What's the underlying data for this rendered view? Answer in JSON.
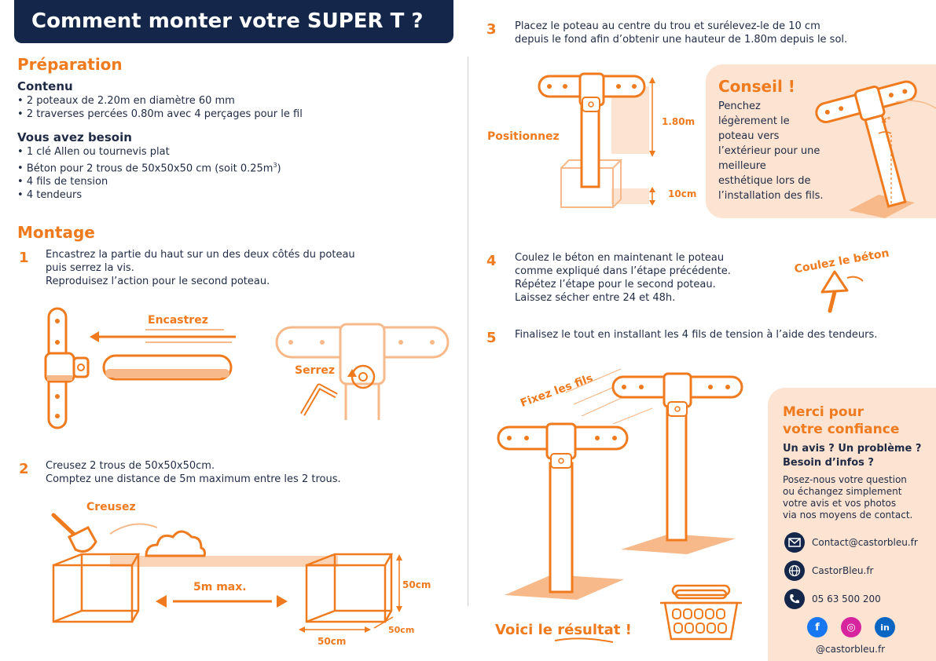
{
  "title": "Comment monter votre SUPER T ?",
  "preparation": {
    "heading": "Préparation",
    "contenu_heading": "Contenu",
    "contenu_items": [
      "2 poteaux de 2.20m en diamètre 60 mm",
      "2 traverses percées 0.80m avec 4 perçages pour le fil"
    ],
    "besoin_heading": "Vous avez besoin",
    "besoin_items": [
      "1 clé Allen ou tournevis plat",
      "Béton pour 2 trous de 50x50x50 cm (soit 0.25m",
      "4 fils de tension",
      "4 tendeurs"
    ],
    "besoin_sup": "3",
    "besoin_close": ")"
  },
  "montage": {
    "heading": "Montage",
    "step1": {
      "num": "1",
      "lines": [
        "Encastrez la partie du haut sur un des deux côtés du poteau",
        "puis serrez la vis.",
        "Reproduisez l’action pour le second poteau."
      ],
      "label_a": "Encastrez",
      "label_b": "Serrez"
    },
    "step2": {
      "num": "2",
      "lines": [
        "Creusez 2 trous de 50x50x50cm.",
        "Comptez une distance de 5m maximum entre les 2 trous."
      ],
      "label_a": "Creusez",
      "distance": "5m max.",
      "dim_h": "50cm",
      "dim_d": "50cm",
      "dim_w": "50cm"
    },
    "step3": {
      "num": "3",
      "lines": [
        "Placez le poteau au centre du trou et surélevez-le de 10 cm",
        "depuis le fond afin d’obtenir une hauteur de 1.80m depuis le sol."
      ],
      "label_a": "Positionnez",
      "height": "1.80m",
      "depth": "10cm"
    },
    "step4": {
      "num": "4",
      "lines": [
        "Coulez le béton en maintenant le poteau",
        "comme expliqué dans l’étape précédente.",
        "Répétez l’étape pour le second poteau.",
        "Laissez sécher entre 24 et 48h."
      ],
      "label_a": "Coulez le béton"
    },
    "step5": {
      "num": "5",
      "lines": [
        "Finalisez le tout en installant les 4 fils de tension à l’aide des tendeurs."
      ],
      "label_a": "Fixez les fils",
      "result": "Voici le résultat !"
    }
  },
  "conseil": {
    "heading": "Conseil !",
    "lines": [
      "Penchez",
      "légèrement le",
      "poteau vers",
      "l’extérieur pour une",
      "meilleure",
      "esthétique lors de",
      "l’installation des fils."
    ],
    "angle": "x°"
  },
  "merci": {
    "heading_lines": [
      "Merci pour",
      "votre confiance"
    ],
    "sub_lines": [
      "Un avis ? Un problème ?",
      "Besoin d’infos ?"
    ],
    "body_lines": [
      "Posez-nous votre question",
      "ou échangez simplement",
      "votre avis et vos photos",
      "via nos moyens de contact."
    ],
    "contacts": [
      {
        "icon": "mail-icon",
        "text": "Contact@castorbleu.fr"
      },
      {
        "icon": "globe-icon",
        "text": "CastorBleu.fr"
      },
      {
        "icon": "phone-icon",
        "text": "05 63 500 200"
      }
    ],
    "socials": [
      {
        "icon": "facebook-icon",
        "glyph": "f",
        "color": "#1877f2"
      },
      {
        "icon": "instagram-icon",
        "glyph": "◎",
        "color": "#d6249f"
      },
      {
        "icon": "linkedin-icon",
        "glyph": "in",
        "color": "#0a66c2"
      }
    ],
    "handle": "@castorbleu.fr"
  },
  "colors": {
    "navy": "#14264a",
    "orange": "#f07a1e",
    "peach": "#fde4d2",
    "light_orange": "#f7b98a"
  }
}
